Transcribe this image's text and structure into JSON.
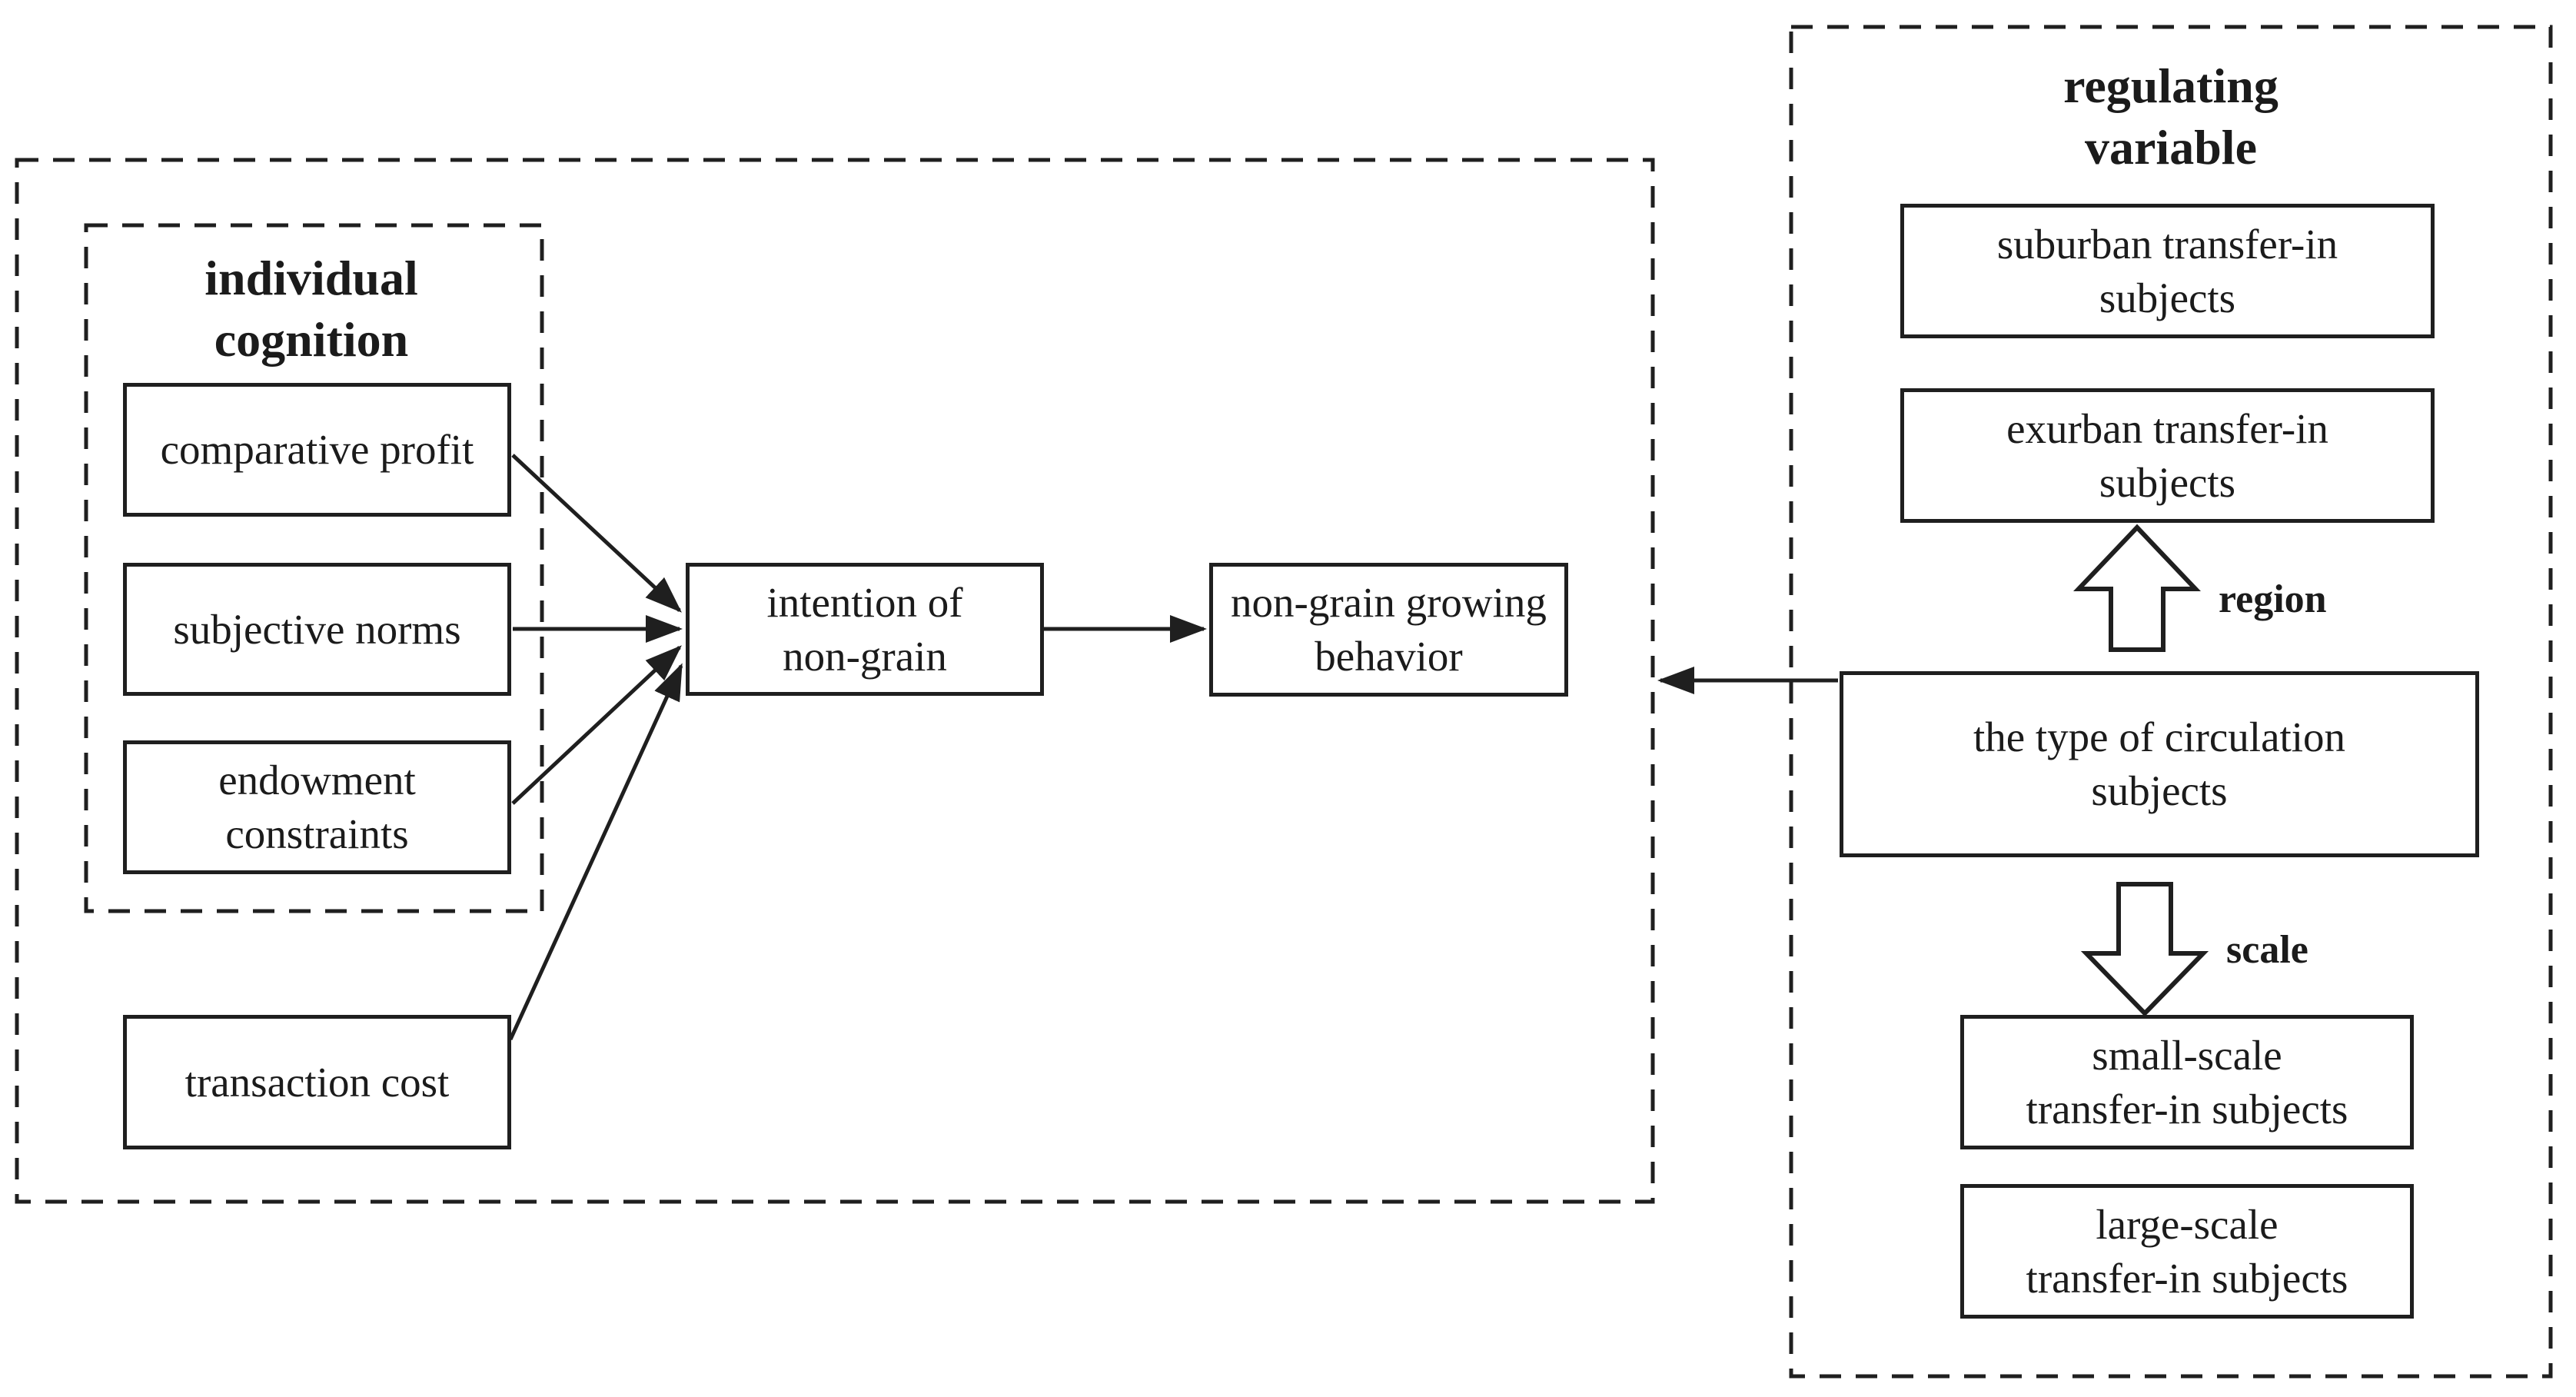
{
  "diagram": {
    "left_panel": {
      "inner_group_title": "individual\ncognition",
      "boxes": {
        "comparative_profit": "comparative profit",
        "subjective_norms": "subjective norms",
        "endowment_constraints": "endowment\nconstraints",
        "transaction_cost": "transaction cost"
      },
      "intention": "intention of\nnon-grain",
      "behavior": "non-grain growing\nbehavior"
    },
    "right_panel": {
      "title": "regulating\nvariable",
      "boxes": {
        "suburban": "suburban transfer-in\nsubjects",
        "exurban": "exurban transfer-in\nsubjects",
        "circulation": "the type of circulation\nsubjects",
        "small_scale": "small-scale\ntransfer-in subjects",
        "large_scale": "large-scale\ntransfer-in subjects"
      },
      "region_label": "region",
      "scale_label": "scale"
    },
    "edges": [
      {
        "from": "comparative profit",
        "to": "intention of non-grain"
      },
      {
        "from": "subjective norms",
        "to": "intention of non-grain"
      },
      {
        "from": "endowment constraints",
        "to": "intention of non-grain"
      },
      {
        "from": "transaction cost",
        "to": "intention of non-grain"
      },
      {
        "from": "intention of non-grain",
        "to": "non-grain growing behavior"
      },
      {
        "from": "the type of circulation subjects",
        "to": "left model (moderates intention-behavior link)"
      },
      {
        "from": "the type of circulation subjects",
        "to": "suburban / exurban transfer-in subjects",
        "label": "region"
      },
      {
        "from": "the type of circulation subjects",
        "to": "small-scale / large-scale transfer-in subjects",
        "label": "scale"
      }
    ],
    "colors": {
      "line": "#1f1f1f",
      "background": "#ffffff"
    }
  }
}
